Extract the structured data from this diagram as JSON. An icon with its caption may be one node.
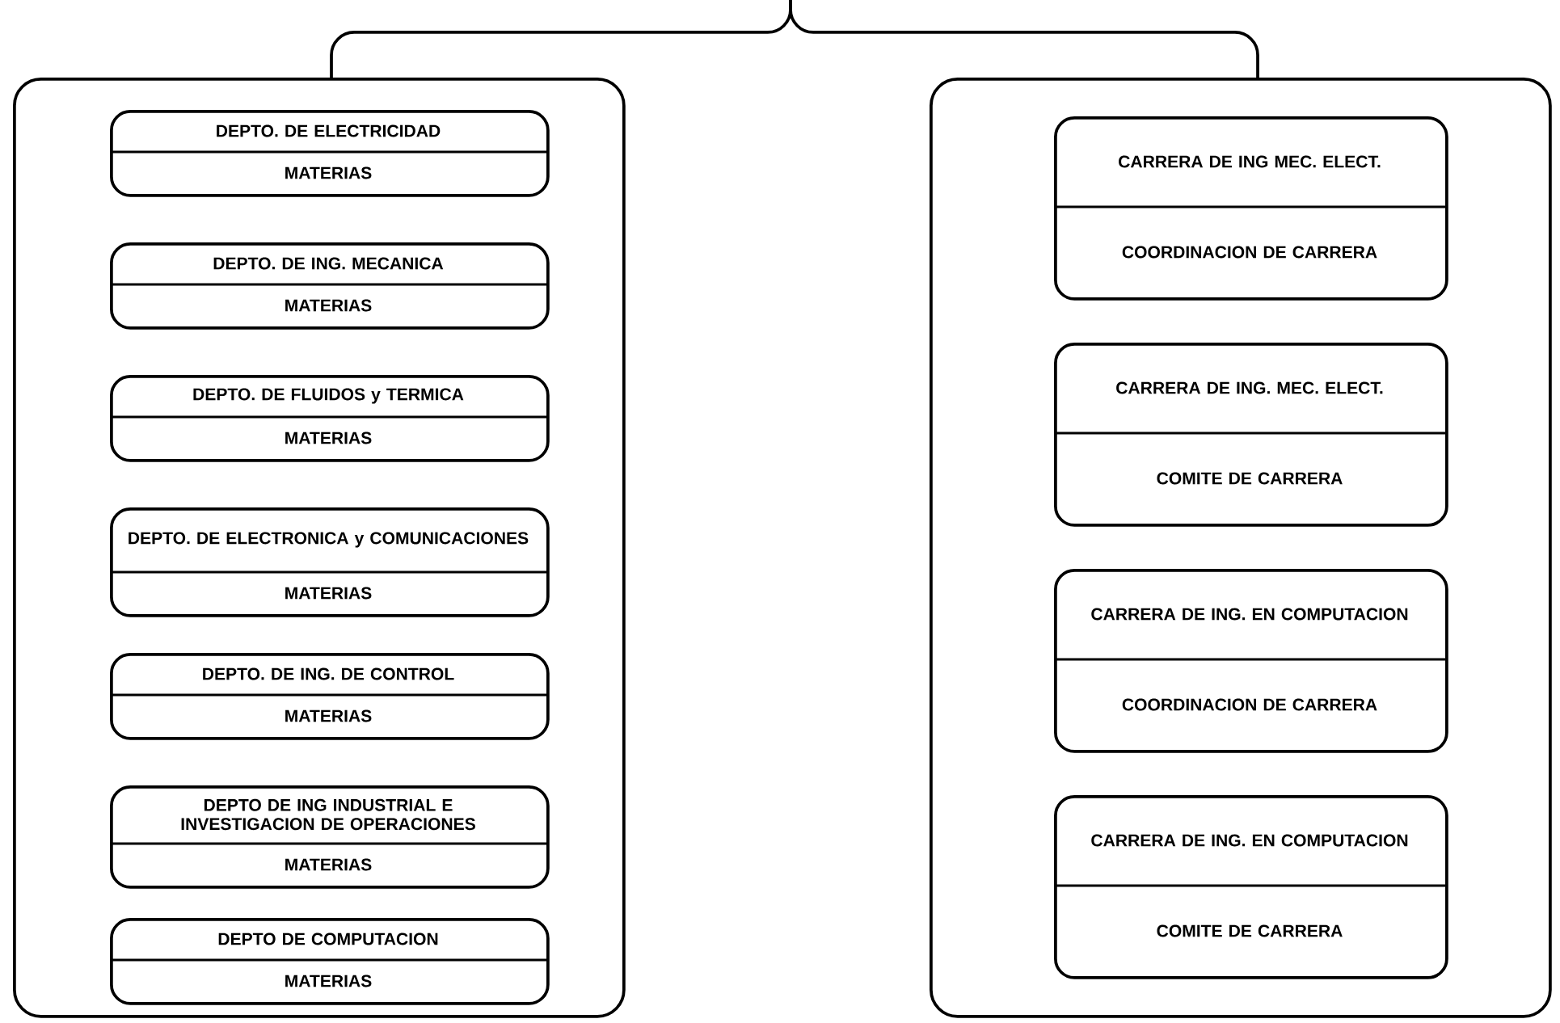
{
  "diagram": {
    "nodes": [
      {
        "text": [],
        "shape": "box"
      },
      {
        "text": [
          "DEPTO. DE ELECTRICIDAD",
          "MATERIAS"
        ],
        "in": 0
      },
      {
        "text": [
          "DEPTO. DE ING. MECANICA",
          "MATERIAS"
        ],
        "in": 0
      },
      {
        "text": [
          "DEPTO. DE FLUIDOS y TERMICA",
          "MATERIAS"
        ],
        "in": 0
      },
      {
        "text": [
          "DEPTO. DE ELECTRONICA y COMUNICACIONES",
          "MATERIAS"
        ],
        "in": 0
      },
      {
        "text": [
          "DEPTO. DE ING. DE CONTROL",
          "MATERIAS"
        ],
        "in": 0
      },
      {
        "text": [
          "DEPTO DE ING INDUSTRIAL E INVESTIGACION DE OPERACIONES",
          "MATERIAS"
        ],
        "in": 0
      },
      {
        "text": [
          "DEPTO DE COMPUTACION",
          "MATERIAS"
        ],
        "in": 0
      },
      {
        "text": [],
        "shape": "box"
      },
      {
        "text": [
          "CARRERA DE ING MEC. ELECT.",
          "COORDINACION DE CARRERA"
        ],
        "in": 8
      },
      {
        "text": [
          "CARRERA DE ING. MEC. ELECT.",
          "COMITE DE CARRERA"
        ],
        "in": 8
      },
      {
        "text": [
          "CARRERA DE ING. EN COMPUTACION",
          "COORDINACION DE CARRERA"
        ],
        "in": 8
      },
      {
        "text": [
          "CARRERA DE ING. EN COMPUTACION",
          "COMITE DE CARRERA"
        ],
        "in": 8
      }
    ],
    "edges": [
      {
        "from": null,
        "to": 0,
        "arrow": "none"
      },
      {
        "from": null,
        "to": 8,
        "arrow": "none"
      }
    ]
  }
}
